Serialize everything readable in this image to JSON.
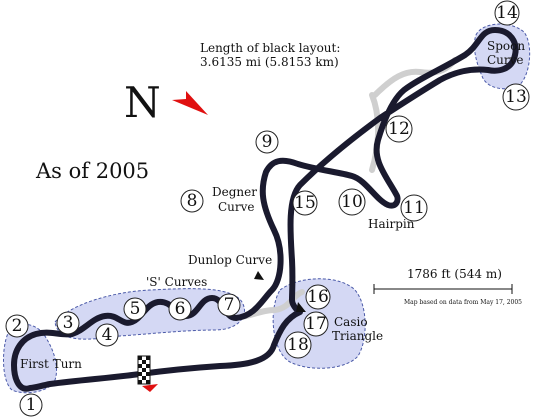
{
  "title_line": "As of 2005",
  "length": {
    "line1": "Length of black layout:",
    "line2": "3.6135 mi (5.8153 km)"
  },
  "north_label": "N",
  "scale": {
    "label": "1786 ft (544 m)",
    "note": "Map based on data from May 17, 2005"
  },
  "zones": [
    {
      "id": "first-turn",
      "label": "First Turn"
    },
    {
      "id": "s-curves",
      "label": "'S' Curves"
    },
    {
      "id": "degner",
      "label_lines": [
        "Degner",
        "Curve"
      ]
    },
    {
      "id": "dunlop",
      "label": "Dunlop Curve"
    },
    {
      "id": "hairpin",
      "label": "Hairpin"
    },
    {
      "id": "spoon",
      "label_lines": [
        "Spoon",
        "Curve"
      ]
    },
    {
      "id": "casio",
      "label_lines": [
        "Casio",
        "Triangle"
      ]
    }
  ],
  "corners": [
    "1",
    "2",
    "3",
    "4",
    "5",
    "6",
    "7",
    "8",
    "9",
    "10",
    "11",
    "12",
    "13",
    "14",
    "15",
    "16",
    "17",
    "18"
  ],
  "colors": {
    "track": "#1a1a2e",
    "alt_track": "#cfcfcf",
    "zone_fill": "#d4d8f4",
    "zone_stroke": "#4b5aa8",
    "north_arrow": "#e01010",
    "flag_marker": "#e01010"
  }
}
